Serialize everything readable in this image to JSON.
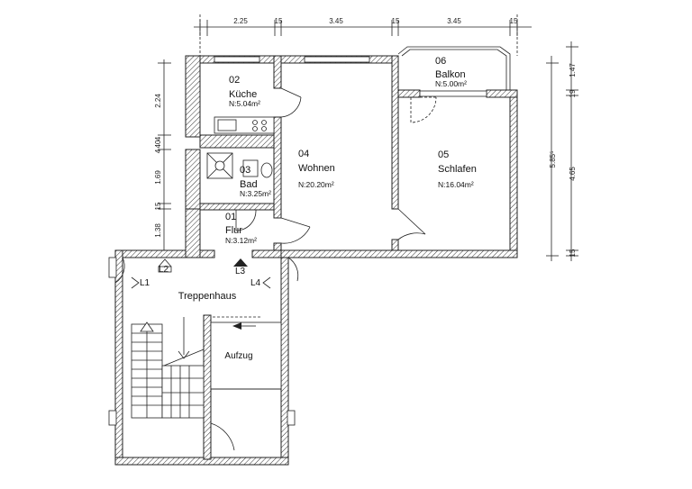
{
  "rooms": [
    {
      "id": "kueche",
      "number": "02",
      "name": "Küche",
      "area": "N:5.04m²"
    },
    {
      "id": "bad",
      "number": "03",
      "name": "Bad",
      "area": "N:3.25m²"
    },
    {
      "id": "flur",
      "number": "01",
      "name": "Flur",
      "area": "N:3.12m²"
    },
    {
      "id": "wohnen",
      "number": "04",
      "name": "Wohnen",
      "area": "N:20.20m²"
    },
    {
      "id": "balkon",
      "number": "06",
      "name": "Balkon",
      "area": "N:5.00m²"
    },
    {
      "id": "schlafen",
      "number": "05",
      "name": "Schlafen",
      "area": "N:16.04m²"
    }
  ],
  "labels": {
    "treppenhaus": "Treppenhaus",
    "aufzug": "Aufzug",
    "l1": "L1",
    "l2": "L2",
    "l3": "L3",
    "l4": "L4"
  },
  "dims_top": [
    "2.25",
    "15",
    "3.45",
    "15",
    "3.45",
    "15"
  ],
  "dims_left": [
    "2.24",
    "4",
    "40",
    "4",
    "1.69",
    "15",
    "1.38"
  ],
  "dims_right_inner": [
    "1.47",
    "19",
    "4.65",
    "15"
  ],
  "dims_right_outer": [
    "5.85⁵"
  ]
}
